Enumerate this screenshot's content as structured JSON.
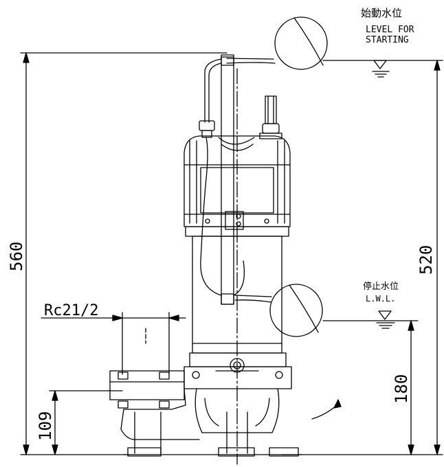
{
  "labels": {
    "start_level_jp": "始動水位",
    "start_level_en_1": "LEVEL FOR",
    "start_level_en_2": "STARTING",
    "stop_level_jp": "停止水位",
    "stop_level_en": "L.W.L.",
    "pipe_size": "Rc21/2"
  },
  "dimensions": {
    "overall_height": "560",
    "start_level_height": "520",
    "stop_level_height": "180",
    "outlet_height": "109"
  }
}
